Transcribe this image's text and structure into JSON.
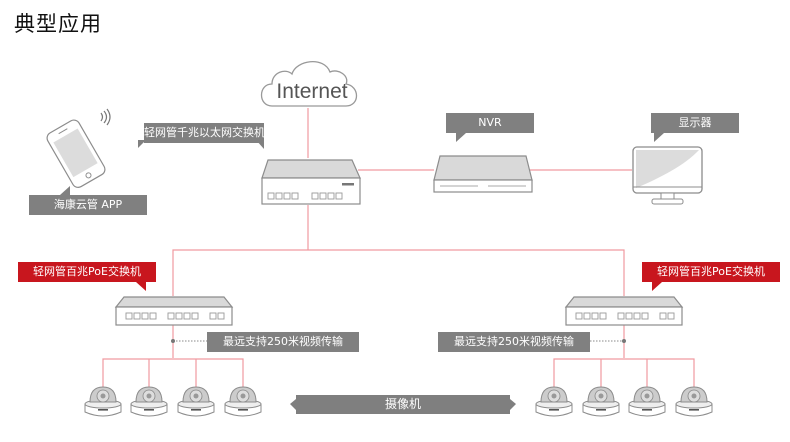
{
  "title": "典型应用",
  "cloud": {
    "label": "Internet"
  },
  "devices": {
    "core_switch": {
      "label": "轻网管千兆以太网交换机"
    },
    "nvr": {
      "label": "NVR"
    },
    "monitor": {
      "label": "显示器"
    },
    "phone": {
      "label": "海康云管 APP"
    },
    "poe_left": {
      "label": "轻网管百兆PoE交换机",
      "distance_note": "最远支持250米视频传输"
    },
    "poe_right": {
      "label": "轻网管百兆PoE交换机",
      "distance_note": "最远支持250米视频传输"
    }
  },
  "cameras": {
    "label": "摄像机",
    "left_count": 4,
    "right_count": 4
  },
  "colors": {
    "link": "#f09aa0",
    "accent_red": "#c8161e",
    "label_gray": "#808080",
    "device_fill": "#d9d9d9",
    "outline": "#8c8c8c"
  }
}
